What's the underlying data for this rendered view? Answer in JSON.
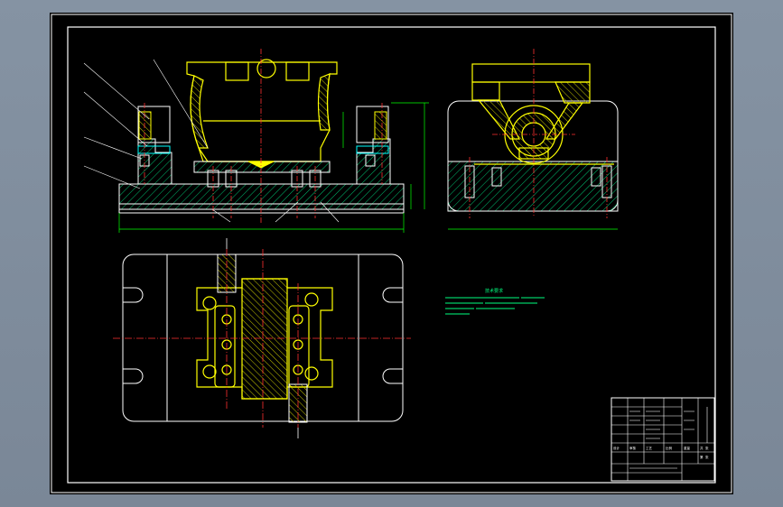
{
  "colors": {
    "background": "#000000",
    "frame": "#ffffff",
    "outline": "#ffffff",
    "part": "#ffff00",
    "hatch": "#00ff7f",
    "centerline": "#ff3030",
    "dimension": "#00ff00",
    "note": "#00ff7f",
    "accent": "#ff00ff"
  },
  "notes": {
    "title": "技术要求"
  },
  "title_block": {
    "cells": [
      "设计",
      "审核",
      "工艺",
      "比例",
      "重量",
      "共",
      "张",
      "第",
      "张"
    ]
  }
}
